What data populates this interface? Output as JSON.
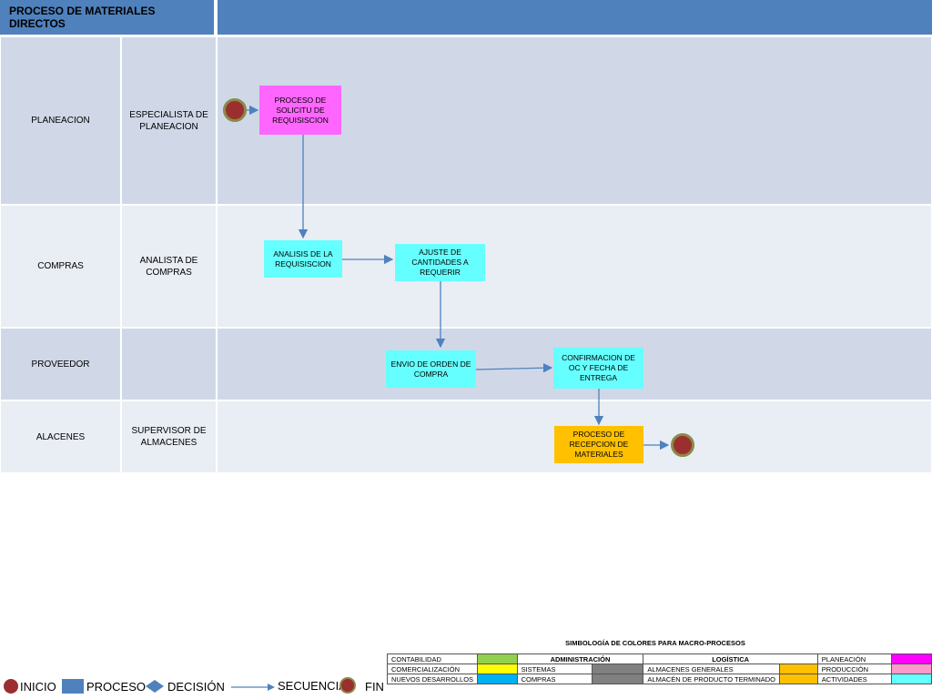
{
  "title": "PROCESO DE MATERIALES DIRECTOS",
  "lanes": [
    {
      "area": "PLANEACION",
      "role": "ESPECIALISTA DE PLANEACION"
    },
    {
      "area": "COMPRAS",
      "role": "ANALISTA DE COMPRAS"
    },
    {
      "area": "PROVEEDOR",
      "role": ""
    },
    {
      "area": "ALACENES",
      "role": "SUPERVISOR DE ALMACENES"
    }
  ],
  "boxes": {
    "solicitud": "PROCESO DE SOLICITU DE REQUISISCION",
    "analisis": "ANALISIS DE LA REQUISISCION",
    "ajuste": "AJUSTE DE CANTIDADES A REQUERIR",
    "envio": "ENVIO DE ORDEN DE COMPRA",
    "confirmacion": "CONFIRMACION DE OC Y FECHA DE ENTREGA",
    "recepcion": "PROCESO DE RECEPCION DE MATERIALES"
  },
  "legend": {
    "inicio": "INICIO",
    "proceso": "PROCESO",
    "decision": "DECISIÓN",
    "secuencia": "SECUENCIA",
    "fin": "FIN"
  },
  "symbology": {
    "title": "SIMBOLOGÍA DE COLORES PARA MACRO-PROCESOS",
    "rows": [
      [
        "CONTABILIDAD",
        "#92d050",
        "ADMINISTRACIÓN",
        "",
        "LOGÍSTICA",
        "",
        "PLANEACIÓN",
        "#ff00ff"
      ],
      [
        "COMERCIALIZACIÓN",
        "#ffff00",
        "SISTEMAS",
        "#808080",
        "ALMACENES GENERALES",
        "#ffc000",
        "PRODUCCIÓN",
        "#ff99cc"
      ],
      [
        "NUEVOS DESARROLLOS",
        "#00b0f0",
        "COMPRAS",
        "#808080",
        "ALMACÉN DE PRODUCTO TERMINADO",
        "#ffc000",
        "ACTIVIDADES",
        "#66ffff"
      ]
    ]
  },
  "colors": {
    "header": "#4f81bd",
    "lane_dark": "#d0d8e8",
    "lane_light": "#e9edf4",
    "arrow": "#4f81bd"
  }
}
